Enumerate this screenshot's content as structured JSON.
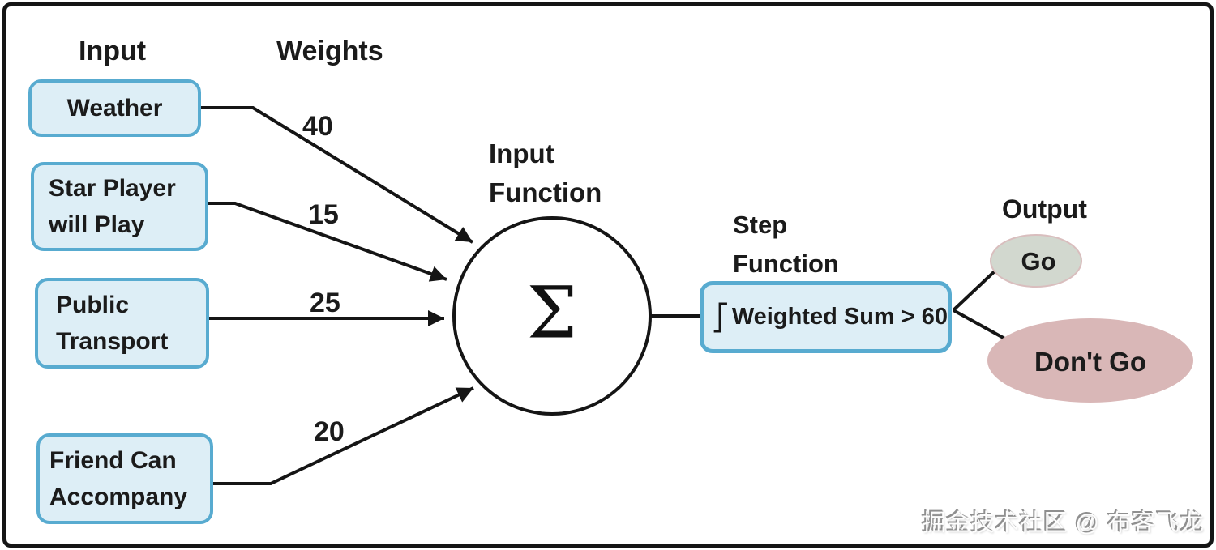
{
  "headings": {
    "input": "Input",
    "weights": "Weights",
    "input_function": "Input Function",
    "step_function": "Step Function",
    "output": "Output"
  },
  "inputs": [
    {
      "label": "Weather",
      "weight": "40"
    },
    {
      "label": "Star Player will Play",
      "weight": "15"
    },
    {
      "label": "Public Transport",
      "weight": "25"
    },
    {
      "label": "Friend Can Accompany",
      "weight": "20"
    }
  ],
  "neuron": {
    "symbol": "Σ"
  },
  "step_box": {
    "label": "Weighted Sum > 60"
  },
  "outputs": [
    {
      "label": "Go"
    },
    {
      "label": "Don't Go"
    }
  ],
  "watermark": "掘金技术社区 @ 布客飞龙",
  "colors": {
    "line": "#151515",
    "box_fill": "#ddeef6",
    "box_border": "#58abd0",
    "go_fill": "#d2d8cf",
    "go_border": "#d9bebe",
    "dontgo_fill": "#d9b7b7"
  }
}
